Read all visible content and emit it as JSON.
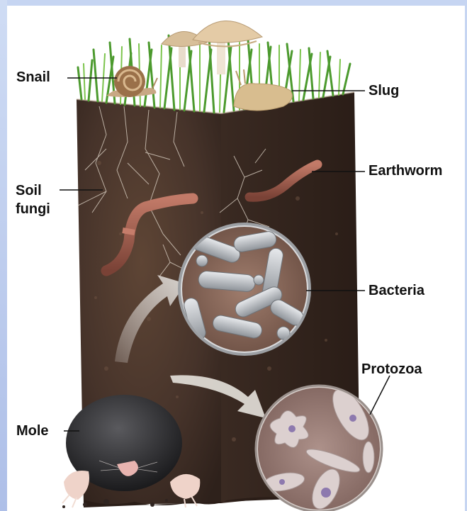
{
  "labels": {
    "snail": "Snail",
    "slug": "Slug",
    "soil_fungi_line1": "Soil",
    "soil_fungi_line2": "fungi",
    "earthworm": "Earthworm",
    "bacteria": "Bacteria",
    "protozoa": "Protozoa",
    "mole": "Mole"
  },
  "colors": {
    "soil_dark": "#3b2a20",
    "soil_mid": "#5a4232",
    "grass": "#5fae3a",
    "worm": "#9a5a4c",
    "bacteria_bg": "#8a6a5c",
    "bacteria_rod": "#c9ccd0",
    "protozoa_bg": "#9c7f78",
    "protozoa_cell": "#d8c9c8",
    "frame": "#c6d5f2"
  },
  "icons": {
    "mushrooms": "mushroom-icon",
    "snail": "snail-icon",
    "slug": "slug-icon",
    "mole": "mole-icon"
  }
}
